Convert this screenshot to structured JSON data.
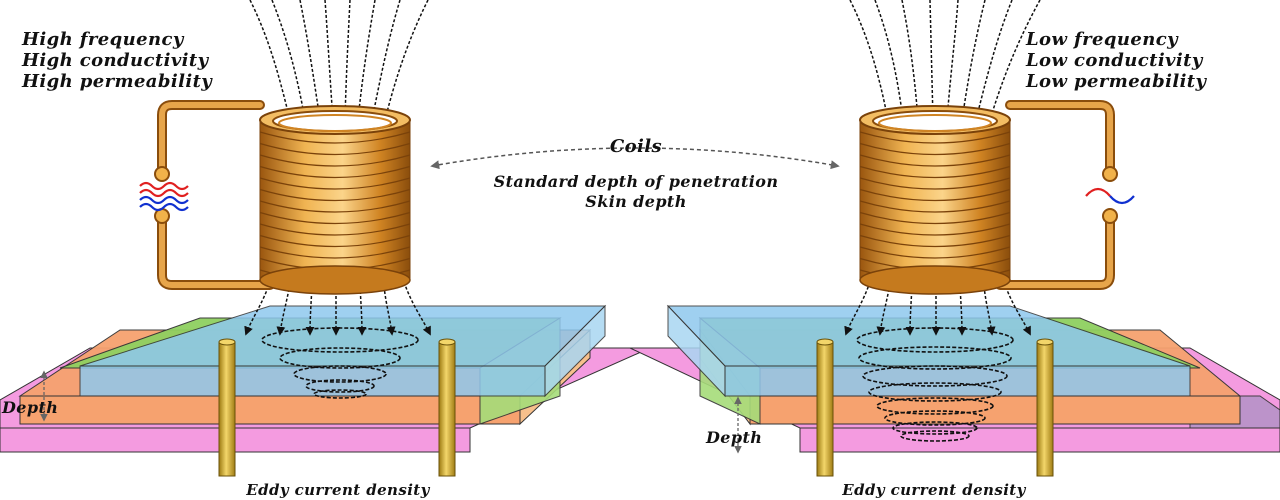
{
  "left_conditions": [
    "High frequency",
    "High conductivity",
    "High permeability"
  ],
  "right_conditions": [
    "Low frequency",
    "Low conductivity",
    "Low permeability"
  ],
  "center": {
    "coils_label": "Coils",
    "line1": "Standard depth of penetration",
    "line2": "Skin depth"
  },
  "left_depth_label": "Depth",
  "right_depth_label": "Depth",
  "left_bottom_label": "Eddy current density",
  "right_bottom_label": "Eddy current density",
  "colors": {
    "copper": "#d8902a",
    "copper_dark": "#8a4d0c",
    "layer_blue": "#8fc8ee",
    "layer_green": "#8fd060",
    "layer_orange": "#f4a070",
    "layer_pink": "#f49be0",
    "rod_gold": "#d9b43a",
    "signal_red": "#e02020",
    "signal_blue": "#1030d0"
  }
}
